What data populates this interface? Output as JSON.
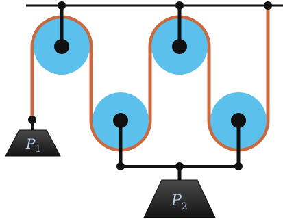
{
  "colors": {
    "pulley_fill": "#5bc0eb",
    "rope": "#c8693f",
    "frame": "#111111",
    "weight_fill": "#1f1f1f",
    "label": "#bcd4f0"
  },
  "weights": {
    "p1": {
      "symbol": "P",
      "subscript": "1"
    },
    "p2": {
      "symbol": "P",
      "subscript": "2"
    }
  }
}
